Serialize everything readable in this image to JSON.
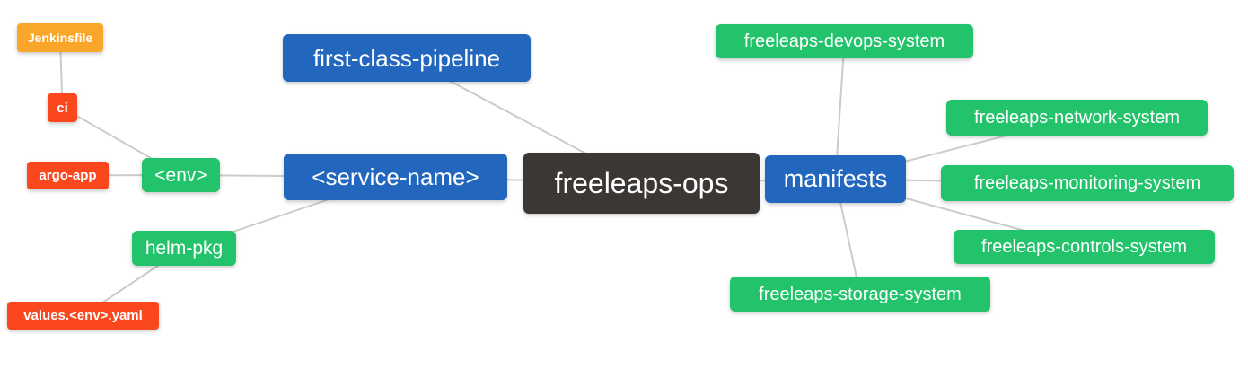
{
  "diagram": {
    "root_label": "freeleaps-ops",
    "nodes": [
      {
        "id": "jenkinsfile",
        "label": "Jenkinsfile",
        "color": "orange",
        "size": "small"
      },
      {
        "id": "ci",
        "label": "ci",
        "color": "red",
        "size": "small"
      },
      {
        "id": "argo-app",
        "label": "argo-app",
        "color": "red",
        "size": "small"
      },
      {
        "id": "env",
        "label": "<env>",
        "color": "green",
        "size": "big"
      },
      {
        "id": "first-class-pipeline",
        "label": "first-class-pipeline",
        "color": "blue",
        "size": "big"
      },
      {
        "id": "service-name",
        "label": "<service-name>",
        "color": "blue",
        "size": "big"
      },
      {
        "id": "freeleaps-ops",
        "label": "freeleaps-ops",
        "color": "dark",
        "size": "big"
      },
      {
        "id": "manifests",
        "label": "manifests",
        "color": "blue",
        "size": "big"
      },
      {
        "id": "helm-pkg",
        "label": "helm-pkg",
        "color": "green",
        "size": "big"
      },
      {
        "id": "values-env-yaml",
        "label": "values.<env>.yaml",
        "color": "red",
        "size": "small"
      },
      {
        "id": "freeleaps-devops-system",
        "label": "freeleaps-devops-system",
        "color": "green",
        "size": "big"
      },
      {
        "id": "freeleaps-network-system",
        "label": "freeleaps-network-system",
        "color": "green",
        "size": "big"
      },
      {
        "id": "freeleaps-monitoring-system",
        "label": "freeleaps-monitoring-system",
        "color": "green",
        "size": "big"
      },
      {
        "id": "freeleaps-controls-system",
        "label": "freeleaps-controls-system",
        "color": "green",
        "size": "big"
      },
      {
        "id": "freeleaps-storage-system",
        "label": "freeleaps-storage-system",
        "color": "green",
        "size": "big"
      }
    ],
    "edges": [
      [
        "jenkinsfile",
        "ci"
      ],
      [
        "ci",
        "env"
      ],
      [
        "argo-app",
        "env"
      ],
      [
        "env",
        "service-name"
      ],
      [
        "helm-pkg",
        "service-name"
      ],
      [
        "values-env-yaml",
        "helm-pkg"
      ],
      [
        "first-class-pipeline",
        "freeleaps-ops"
      ],
      [
        "service-name",
        "freeleaps-ops"
      ],
      [
        "freeleaps-ops",
        "manifests"
      ],
      [
        "manifests",
        "freeleaps-devops-system"
      ],
      [
        "manifests",
        "freeleaps-network-system"
      ],
      [
        "manifests",
        "freeleaps-monitoring-system"
      ],
      [
        "manifests",
        "freeleaps-controls-system"
      ],
      [
        "manifests",
        "freeleaps-storage-system"
      ]
    ],
    "palette": {
      "orange": "#F9A62A",
      "red": "#FB471D",
      "green": "#22C36B",
      "blue": "#2266BE",
      "dark": "#3B3735",
      "edge": "#CBCBCB",
      "text": "#FFFFFF",
      "background": "#FFFFFF"
    }
  }
}
